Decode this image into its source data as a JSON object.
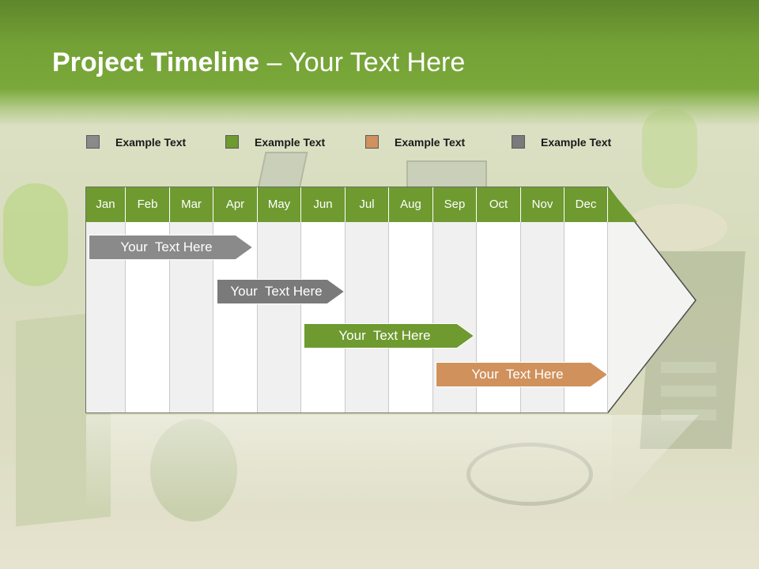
{
  "slide": {
    "title_bold": "Project Timeline",
    "title_rest": " – Your Text Here"
  },
  "legend": [
    {
      "label": "Example Text",
      "color": "#8a8a8a"
    },
    {
      "label": "Example Text",
      "color": "#6e9a30"
    },
    {
      "label": "Example Text",
      "color": "#d0915d"
    },
    {
      "label": "Example Text",
      "color": "#7a7a7a"
    }
  ],
  "timeline": {
    "months": [
      "Jan",
      "Feb",
      "Mar",
      "Apr",
      "May",
      "Jun",
      "Jul",
      "Aug",
      "Sep",
      "Oct",
      "Nov",
      "Dec"
    ],
    "header_color": "#6e9a30",
    "tasks": [
      {
        "label": "Your  Text Here",
        "color": "#8a8a8a"
      },
      {
        "label": "Your  Text Here",
        "color": "#7a7a7a"
      },
      {
        "label": "Your  Text Here",
        "color": "#6e9a30"
      },
      {
        "label": "Your  Text Here",
        "color": "#d0915d"
      }
    ]
  }
}
